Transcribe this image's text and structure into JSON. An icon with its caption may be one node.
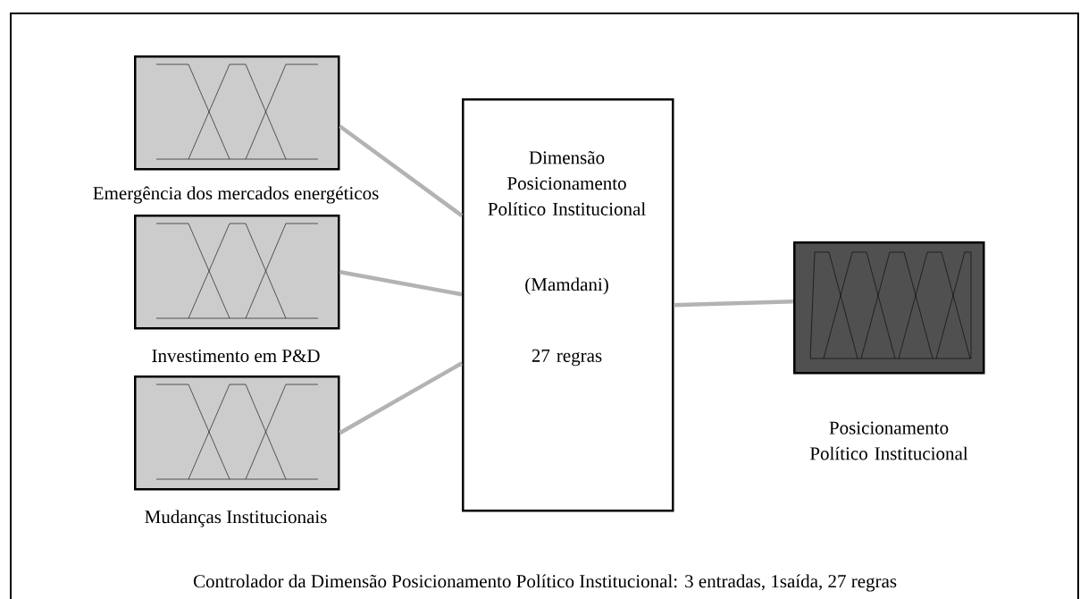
{
  "diagram": {
    "caption": "Controlador da Dimensão Posicionamento Político Institucional: 3 entradas, 1saída, 27 regras",
    "nodes": [
      {
        "text": [
          "Emergência dos mercados energéticos"
        ]
      },
      {
        "text": [
          "Investimento em P&D"
        ]
      },
      {
        "text": [
          "Mudanças Institucionais"
        ]
      },
      {
        "text": [
          "Dimensão Posicionamento Político Institucional",
          "(Mamdani)",
          "27 regras"
        ]
      },
      {
        "text": [
          "Posicionamento Político Institucional"
        ]
      }
    ],
    "edges": [
      {
        "from": 0,
        "to": 3,
        "arrow": "none"
      },
      {
        "from": 1,
        "to": 3,
        "arrow": "none"
      },
      {
        "from": 2,
        "to": 3,
        "arrow": "none"
      },
      {
        "from": 3,
        "to": 4,
        "arrow": "none"
      }
    ]
  }
}
